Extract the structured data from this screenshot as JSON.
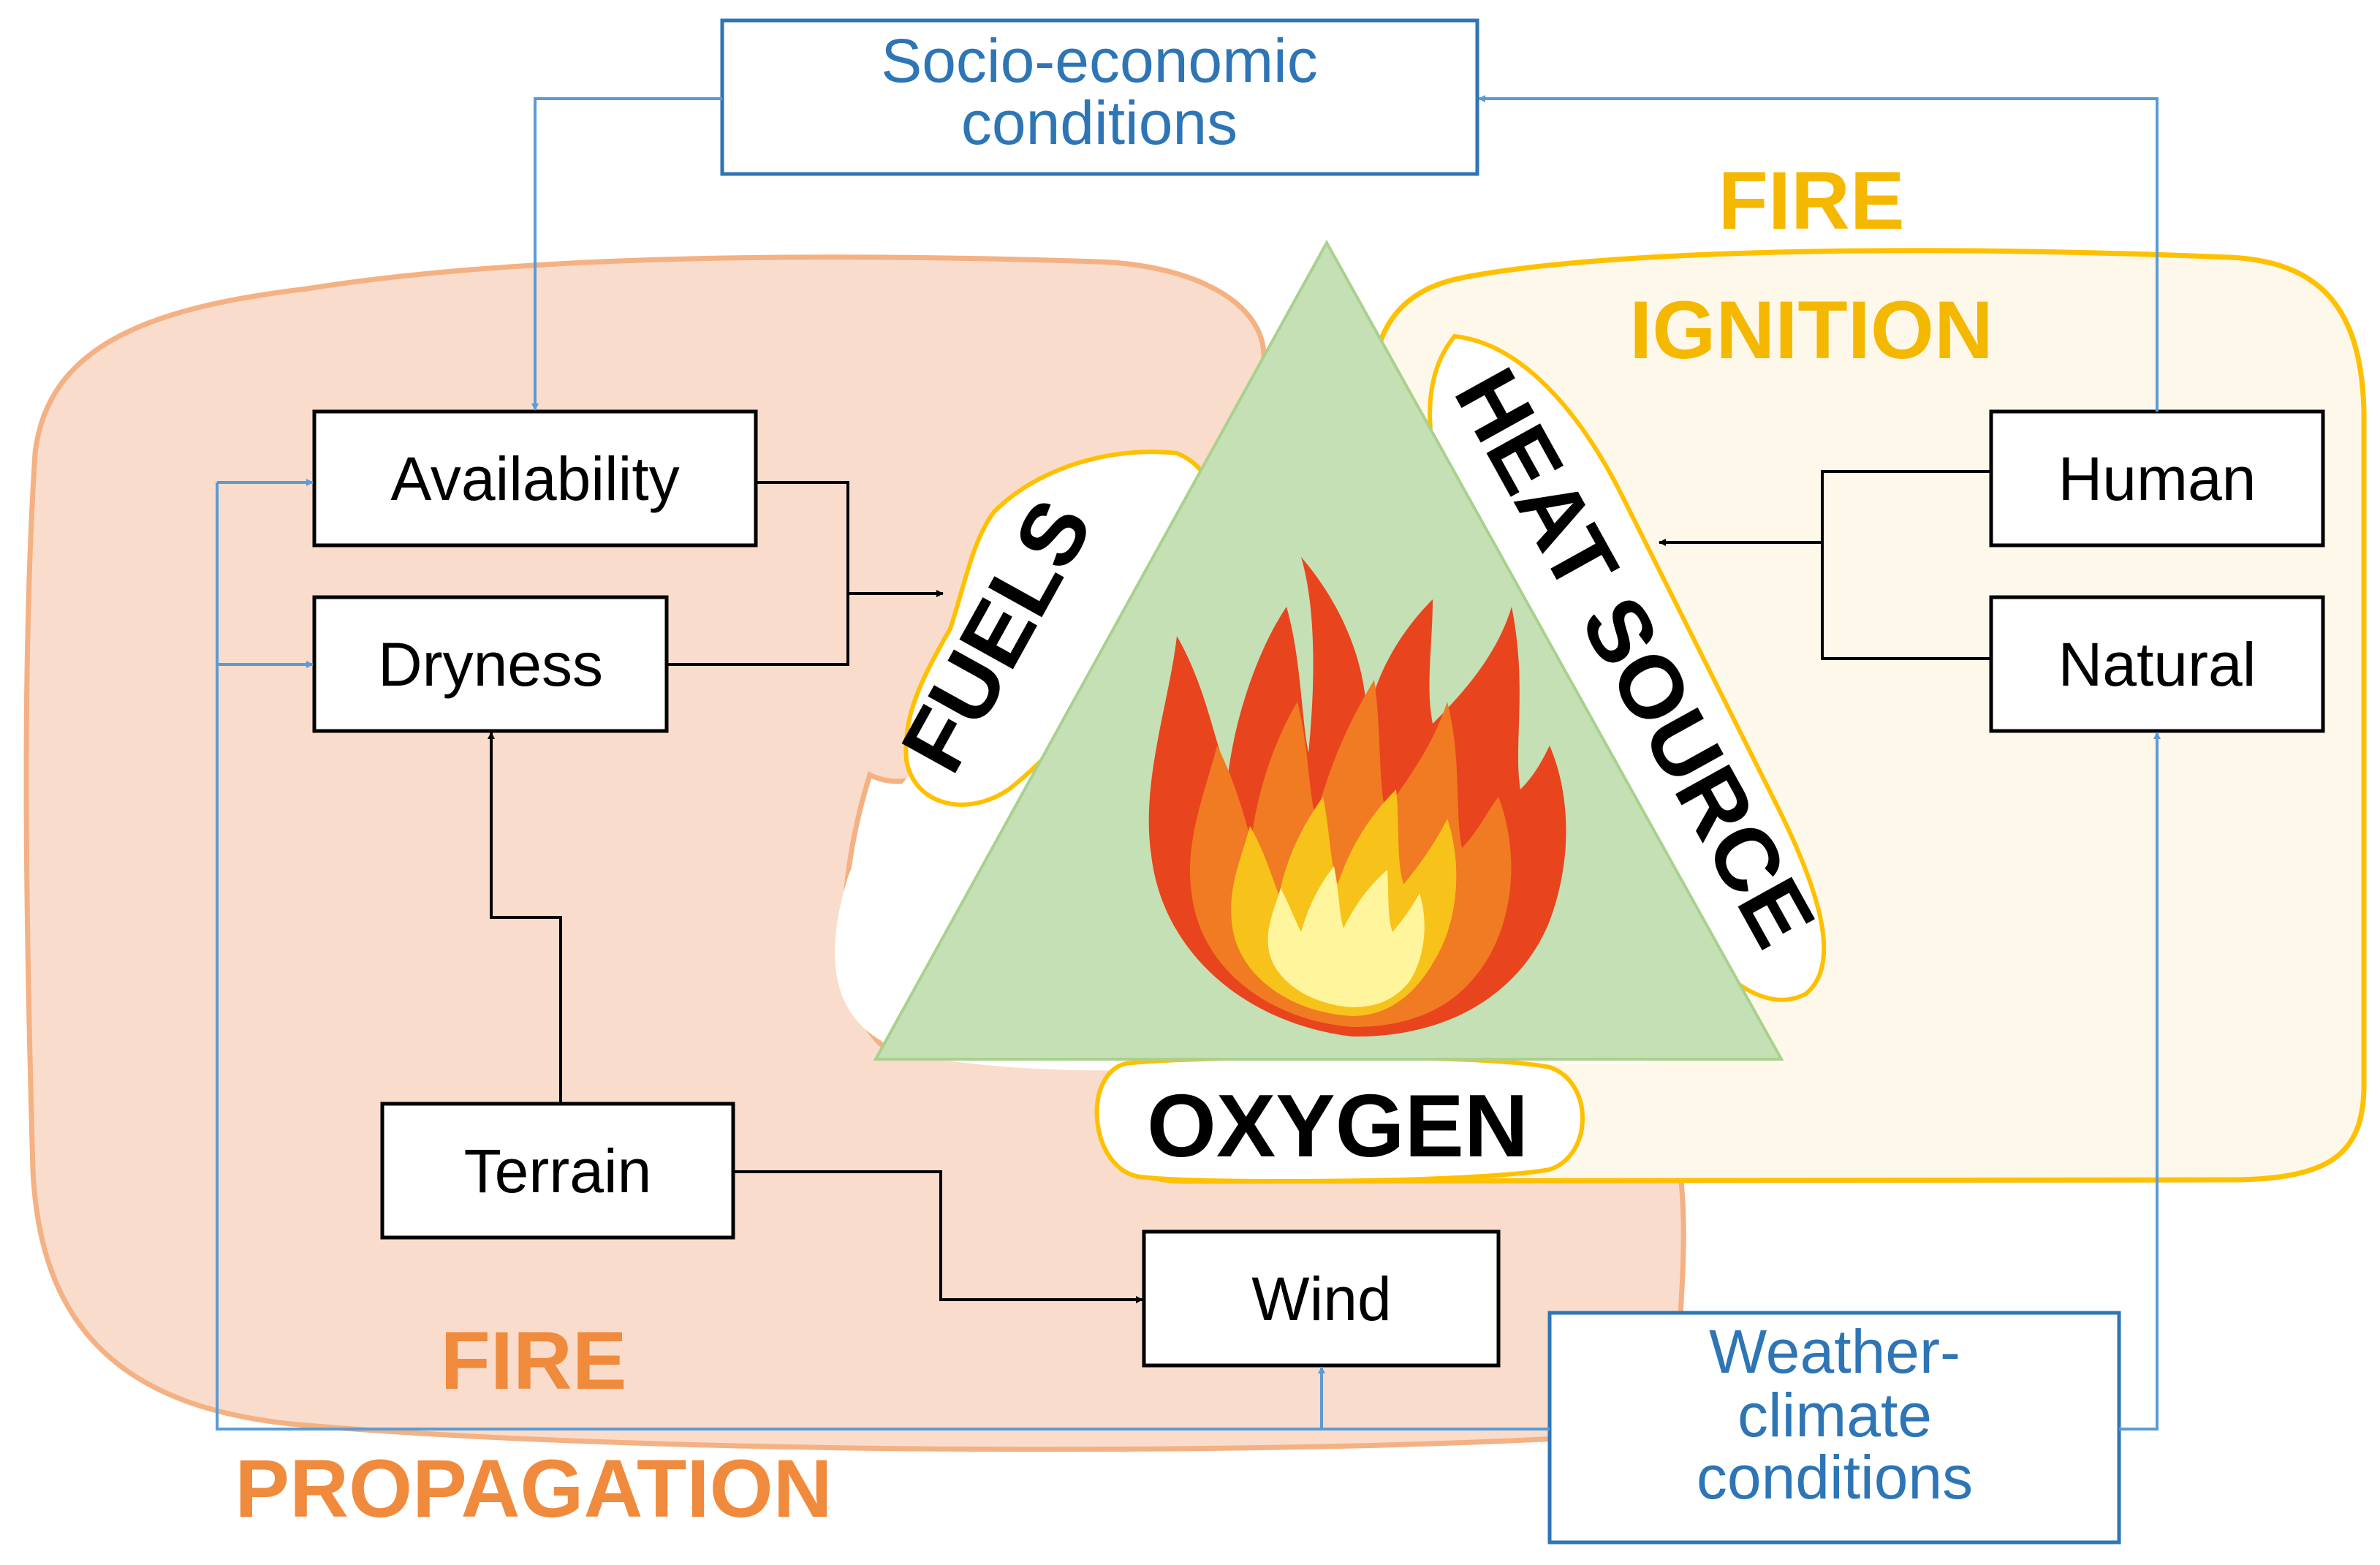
{
  "colors": {
    "propagation_fill": "#f9dccb",
    "propagation_stroke": "#f4b183",
    "propagation_text": "#f08a3c",
    "ignition_fill": "#fdf8ea",
    "ignition_stroke": "#ffc000",
    "ignition_text": "#f5b800",
    "triangle_fill": "#c5e0b4",
    "triangle_stroke": "#a9d18e",
    "blue": "#2e75b6",
    "blue_arrow": "#5b9bd5",
    "black": "#000000",
    "flame_outer": "#e8441e",
    "flame_mid": "#f07b22",
    "flame_inner": "#f7c21a",
    "flame_core": "#fff59d"
  },
  "socio_economic": {
    "line1": "Socio-economic",
    "line2": "conditions"
  },
  "weather_climate": {
    "line1": "Weather-",
    "line2": "climate",
    "line3": "conditions"
  },
  "fire_ignition": {
    "line1": "FIRE",
    "line2": "IGNITION"
  },
  "fire_propagation": {
    "line1": "FIRE",
    "line2": "PROPAGATION"
  },
  "boxes": {
    "availability": "Availability",
    "dryness": "Dryness",
    "terrain": "Terrain",
    "wind": "Wind",
    "human": "Human",
    "natural": "Natural"
  },
  "triangle": {
    "fuels": "FUELS",
    "heat_source": "HEAT SOURCE",
    "oxygen": "OXYGEN"
  }
}
